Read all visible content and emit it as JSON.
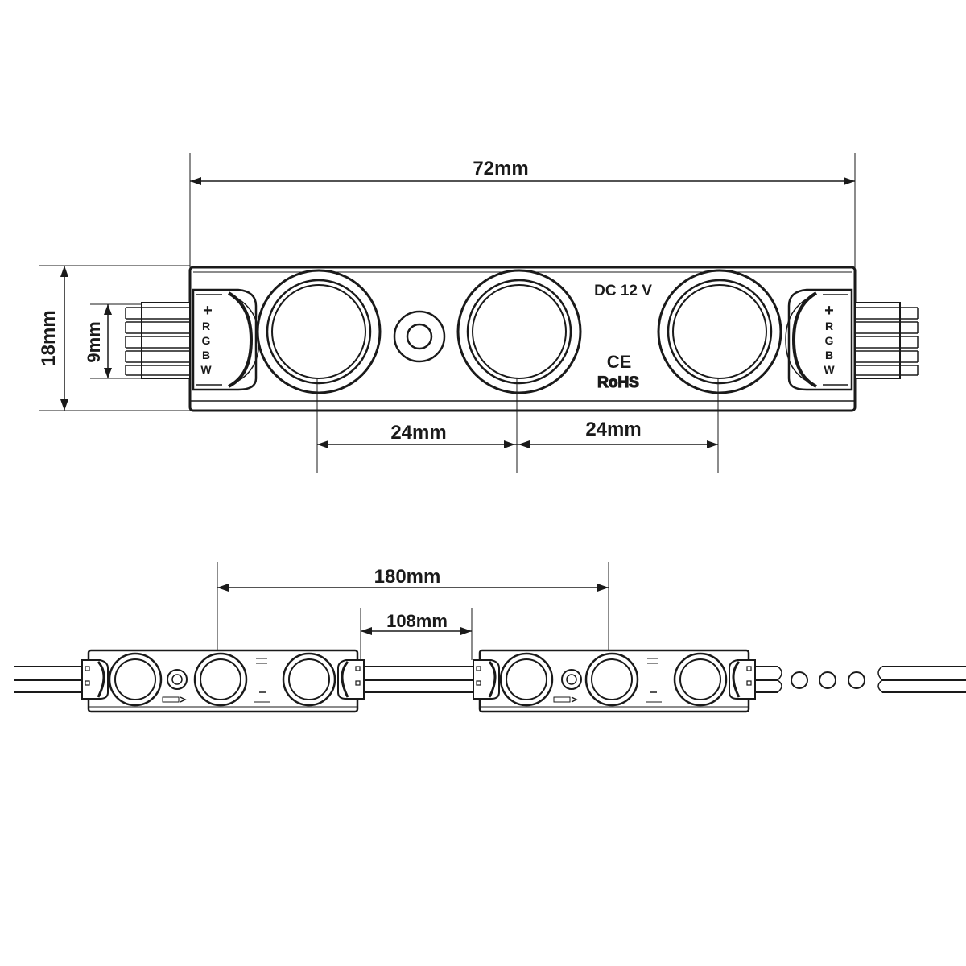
{
  "dimensions": {
    "overall_length": "72mm",
    "overall_height": "18mm",
    "connector_height": "9mm",
    "lens_pitch_left": "24mm",
    "lens_pitch_right": "24mm",
    "chain_pitch": "180mm",
    "gap_between_modules": "108mm"
  },
  "module": {
    "voltage": "DC 12 V",
    "ce_mark": "CE",
    "rohs_mark": "RoHS",
    "pins_left": [
      "+",
      "R",
      "G",
      "B",
      "W"
    ],
    "pins_right": [
      "+",
      "R",
      "G",
      "B",
      "W"
    ]
  },
  "colors": {
    "stroke": "#1a1a1a",
    "fill": "#ffffff"
  }
}
